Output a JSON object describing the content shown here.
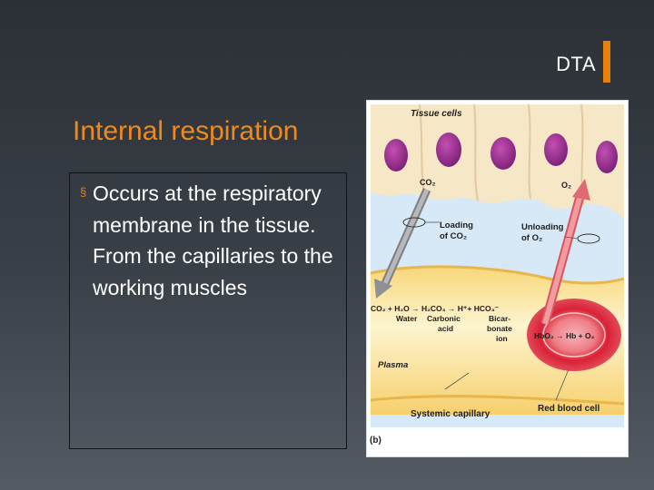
{
  "header": {
    "label": "DTA",
    "accent_color": "#e8810c"
  },
  "slide": {
    "title": "Internal respiration",
    "title_color": "#f08a1c",
    "bullet": {
      "marker": "§",
      "text": "Occurs at the respiratory membrane in the tissue. From the capillaries to the working muscles"
    }
  },
  "diagram": {
    "tissue_cells": "Tissue cells",
    "co2": "CO₂",
    "o2": "O₂",
    "loading_line1": "Loading",
    "loading_line2": "of CO₂",
    "unloading_line1": "Unloading",
    "unloading_line2": "of O₂",
    "equation": "CO₂ + H₂O → H₂CO₃ → H⁺+ HCO₃⁻",
    "water": "Water",
    "carbonic_line1": "Carbonic",
    "carbonic_line2": "acid",
    "bicarbonate_line1": "Bicar-",
    "bicarbonate_line2": "bonate",
    "bicarbonate_line3": "ion",
    "hb_reaction": "HbO₂ → Hb + O₂",
    "plasma": "Plasma",
    "systemic_capillary": "Systemic capillary",
    "red_blood_cell": "Red blood cell",
    "fig_label": "(b)"
  }
}
